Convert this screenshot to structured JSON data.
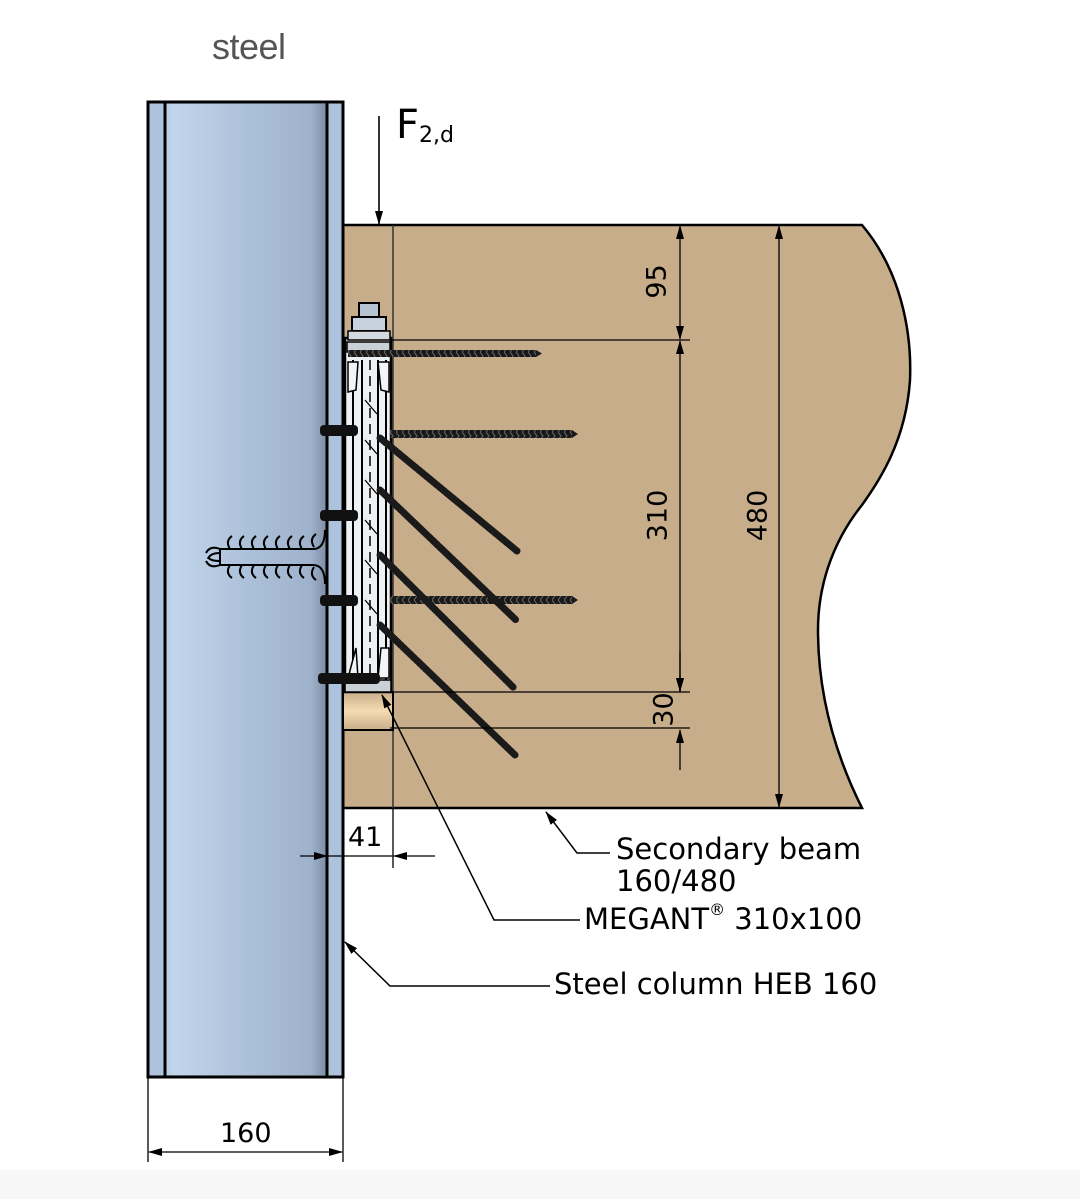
{
  "title": "steel",
  "force": {
    "symbol": "F",
    "subscript": "2,d"
  },
  "labels": {
    "secondary_beam_line1": "Secondary beam",
    "secondary_beam_line2": "160/480",
    "connector_name": "MEGANT",
    "connector_reg": "®",
    "connector_size": " 310x100",
    "column": "Steel column HEB 160"
  },
  "dimensions": {
    "top_offset": "95",
    "connector_height": "310",
    "bottom_offset": "30",
    "beam_height": "480",
    "connector_depth": "41",
    "column_width": "160"
  },
  "colors": {
    "steel": "#adc2dc",
    "steel_dark": "#8797ad",
    "timber": "#c8ad8a",
    "timber_light": "#f3d7ae",
    "connector": "#e8ecef",
    "screw": "#1a1a1a",
    "line": "#000000",
    "title_gray": "#555555"
  }
}
